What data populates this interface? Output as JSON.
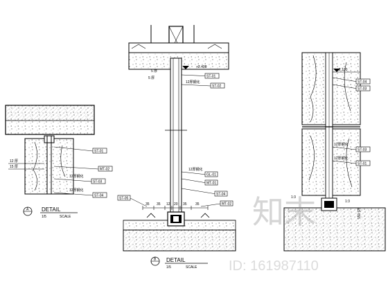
{
  "detail_a": {
    "marker": "A",
    "title": "DETAIL",
    "scale": "SCALE",
    "scale_value": "1/5",
    "tags": [
      "ST-01",
      "MT-02",
      "ST-03",
      "ST-04"
    ],
    "notes": [
      "12 厚",
      "15 厚",
      "12厚钢化",
      "12厚钢化"
    ]
  },
  "detail_b": {
    "marker": "B",
    "title": "DETAIL",
    "scale": "SCALE",
    "scale_value": "1/5",
    "level": "+2.400",
    "tags": [
      "ST-01",
      "ST-02",
      "GL-01",
      "MT-01",
      "ST-04",
      "ST-05",
      "MT-02"
    ],
    "notes": [
      "5 厚",
      "5 厚",
      "12厚钢化",
      "12厚钢化"
    ],
    "dims": [
      "35",
      "35",
      "12",
      "20",
      "35",
      "35"
    ]
  },
  "detail_c": {
    "level": "+2.100",
    "tags": [
      "ST-04",
      "ST-03",
      "ST-03",
      "ST-01"
    ],
    "notes": [
      "12厚钢化",
      "12厚钢化",
      "1:3",
      "1:3"
    ],
    "vertical_dim": "150 |25"
  },
  "watermark": {
    "logo_text": "知末",
    "id_text": "ID: 161987110"
  }
}
